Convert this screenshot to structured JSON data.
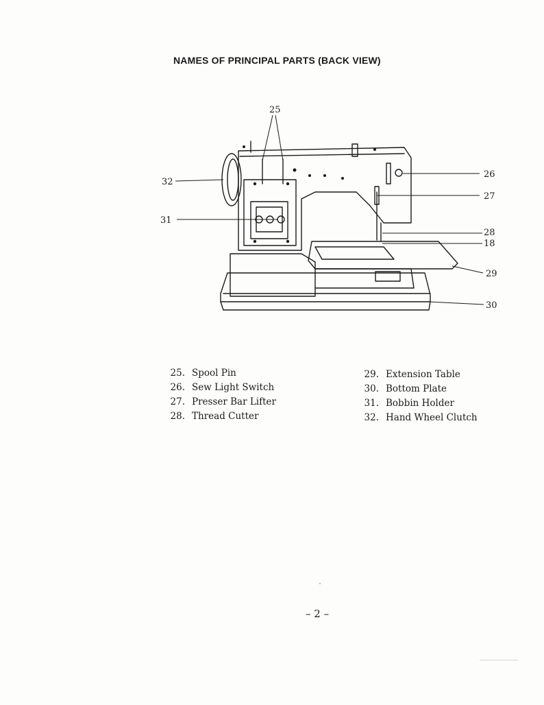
{
  "heading": "NAMES OF PRINCIPAL PARTS (BACK VIEW)",
  "callouts": {
    "c25": "25",
    "c26": "26",
    "c27": "27",
    "c28": "28",
    "c18": "18",
    "c29": "29",
    "c30": "30",
    "c31": "31",
    "c32": "32"
  },
  "parts_left": [
    {
      "num": "25.",
      "name": "Spool Pin"
    },
    {
      "num": "26.",
      "name": "Sew Light Switch"
    },
    {
      "num": "27.",
      "name": "Presser Bar Lifter"
    },
    {
      "num": "28.",
      "name": "Thread Cutter"
    }
  ],
  "parts_right": [
    {
      "num": "29.",
      "name": "Extension Table"
    },
    {
      "num": "30.",
      "name": "Bottom Plate"
    },
    {
      "num": "31.",
      "name": "Bobbin Holder"
    },
    {
      "num": "32.",
      "name": "Hand Wheel Clutch"
    }
  ],
  "page_number": "– 2 –"
}
